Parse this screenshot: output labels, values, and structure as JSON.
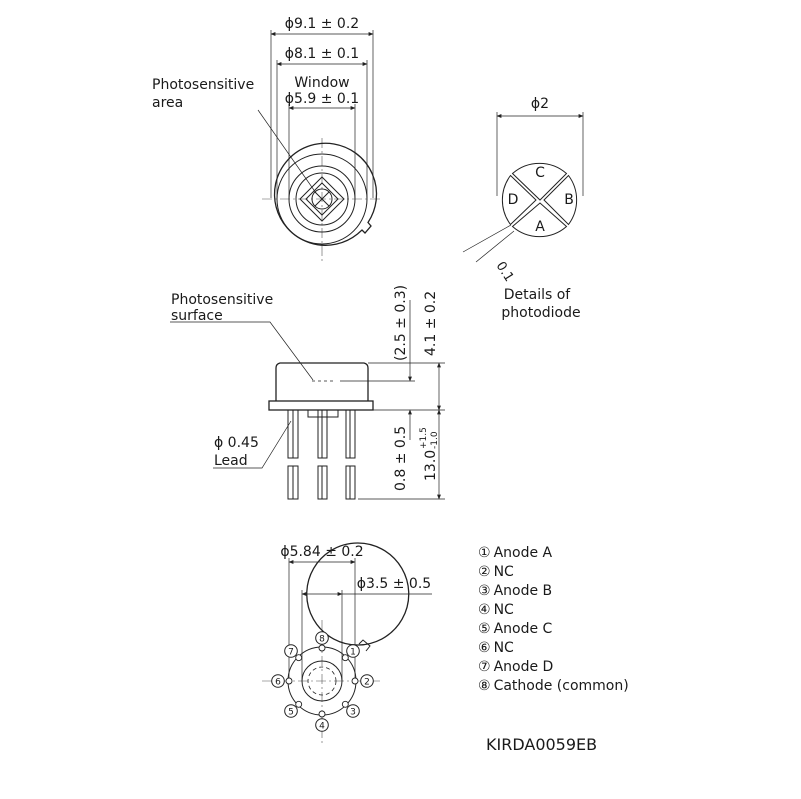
{
  "top_view": {
    "dim_outer": "ϕ9.1 ± 0.2",
    "dim_middle": "ϕ8.1 ± 0.1",
    "window_label": "Window",
    "dim_window": "ϕ5.9 ± 0.1",
    "photosensitive_area_line1": "Photosensitive",
    "photosensitive_area_line2": "area"
  },
  "photodiode_detail": {
    "dim_diameter": "ϕ2",
    "gap": "0.1",
    "quadrants": [
      "A",
      "B",
      "C",
      "D"
    ],
    "caption_line1": "Details of",
    "caption_line2": "photodiode"
  },
  "side_view": {
    "surface_line1": "Photosensitive",
    "surface_line2": "surface",
    "dim_surface_depth": "(2.5 ± 0.3)",
    "dim_height": "4.1 ± 0.2",
    "dim_flange": "0.8 ± 0.5",
    "dim_lead_length": "13.0",
    "dim_lead_tol_plus": "+1.5",
    "dim_lead_tol_minus": "-1.0",
    "lead_dia": "ϕ 0.45",
    "lead_label": "Lead"
  },
  "bottom_view": {
    "dim_pcd": "ϕ5.84 ± 0.2",
    "dim_inner": "ϕ3.5 ± 0.5",
    "pin_numbers": [
      "1",
      "2",
      "3",
      "4",
      "5",
      "6",
      "7",
      "8"
    ]
  },
  "pin_list": [
    {
      "num": "①",
      "name": "Anode A"
    },
    {
      "num": "②",
      "name": "NC"
    },
    {
      "num": "③",
      "name": "Anode B"
    },
    {
      "num": "④",
      "name": "NC"
    },
    {
      "num": "⑤",
      "name": "Anode C"
    },
    {
      "num": "⑥",
      "name": "NC"
    },
    {
      "num": "⑦",
      "name": "Anode D"
    },
    {
      "num": "⑧",
      "name": "Cathode (common)"
    }
  ],
  "drawing_code": "KIRDA0059EB"
}
